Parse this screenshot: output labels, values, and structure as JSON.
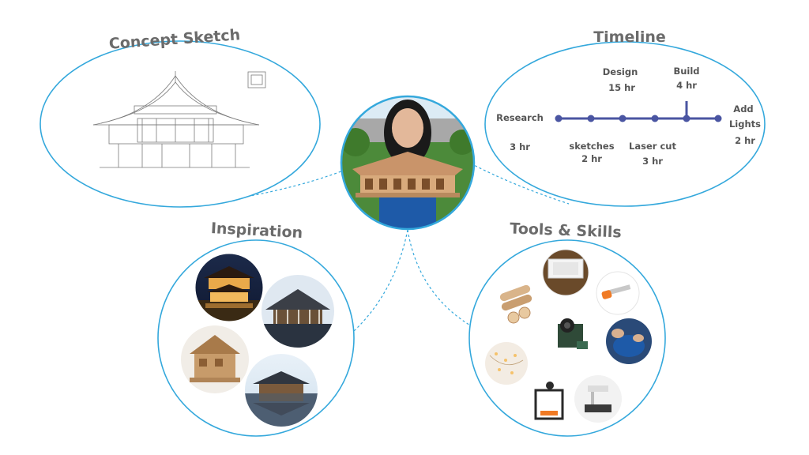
{
  "colors": {
    "bubble_stroke": "#34a8dc",
    "connector": "#34a8dc",
    "title_text": "#6b6b6b",
    "timeline_line": "#4a55a2",
    "timeline_text": "#555555"
  },
  "center": {
    "image": "person-holding-pavilion-model"
  },
  "concept_sketch": {
    "title": "Concept Sketch",
    "image": "pavilion-elevation-drawing"
  },
  "timeline": {
    "title": "Timeline",
    "milestones": [
      {
        "name": "Research",
        "hours": "3 hr"
      },
      {
        "name": "sketches",
        "hours": "2 hr"
      },
      {
        "name": "Design",
        "hours": "15 hr"
      },
      {
        "name": "Laser cut",
        "hours": "3 hr"
      },
      {
        "name": "Build",
        "hours": "4 hr"
      },
      {
        "name": "Add Lights",
        "hours": "2 hr"
      }
    ]
  },
  "inspiration": {
    "title": "Inspiration",
    "photos": [
      {
        "name": "night-pavilion-photo"
      },
      {
        "name": "lake-pavilion-photo"
      },
      {
        "name": "wooden-house-model-photo"
      },
      {
        "name": "reflection-pavilion-photo"
      }
    ]
  },
  "tools": {
    "title": "Tools & Skills",
    "items": [
      {
        "name": "wood-dowels-photo"
      },
      {
        "name": "laser-cutter-photo"
      },
      {
        "name": "saw-photo"
      },
      {
        "name": "camera-module-photo"
      },
      {
        "name": "string-lights-photo"
      },
      {
        "name": "workshop-photo"
      },
      {
        "name": "3d-printer-photo"
      },
      {
        "name": "microscope-photo"
      }
    ]
  }
}
